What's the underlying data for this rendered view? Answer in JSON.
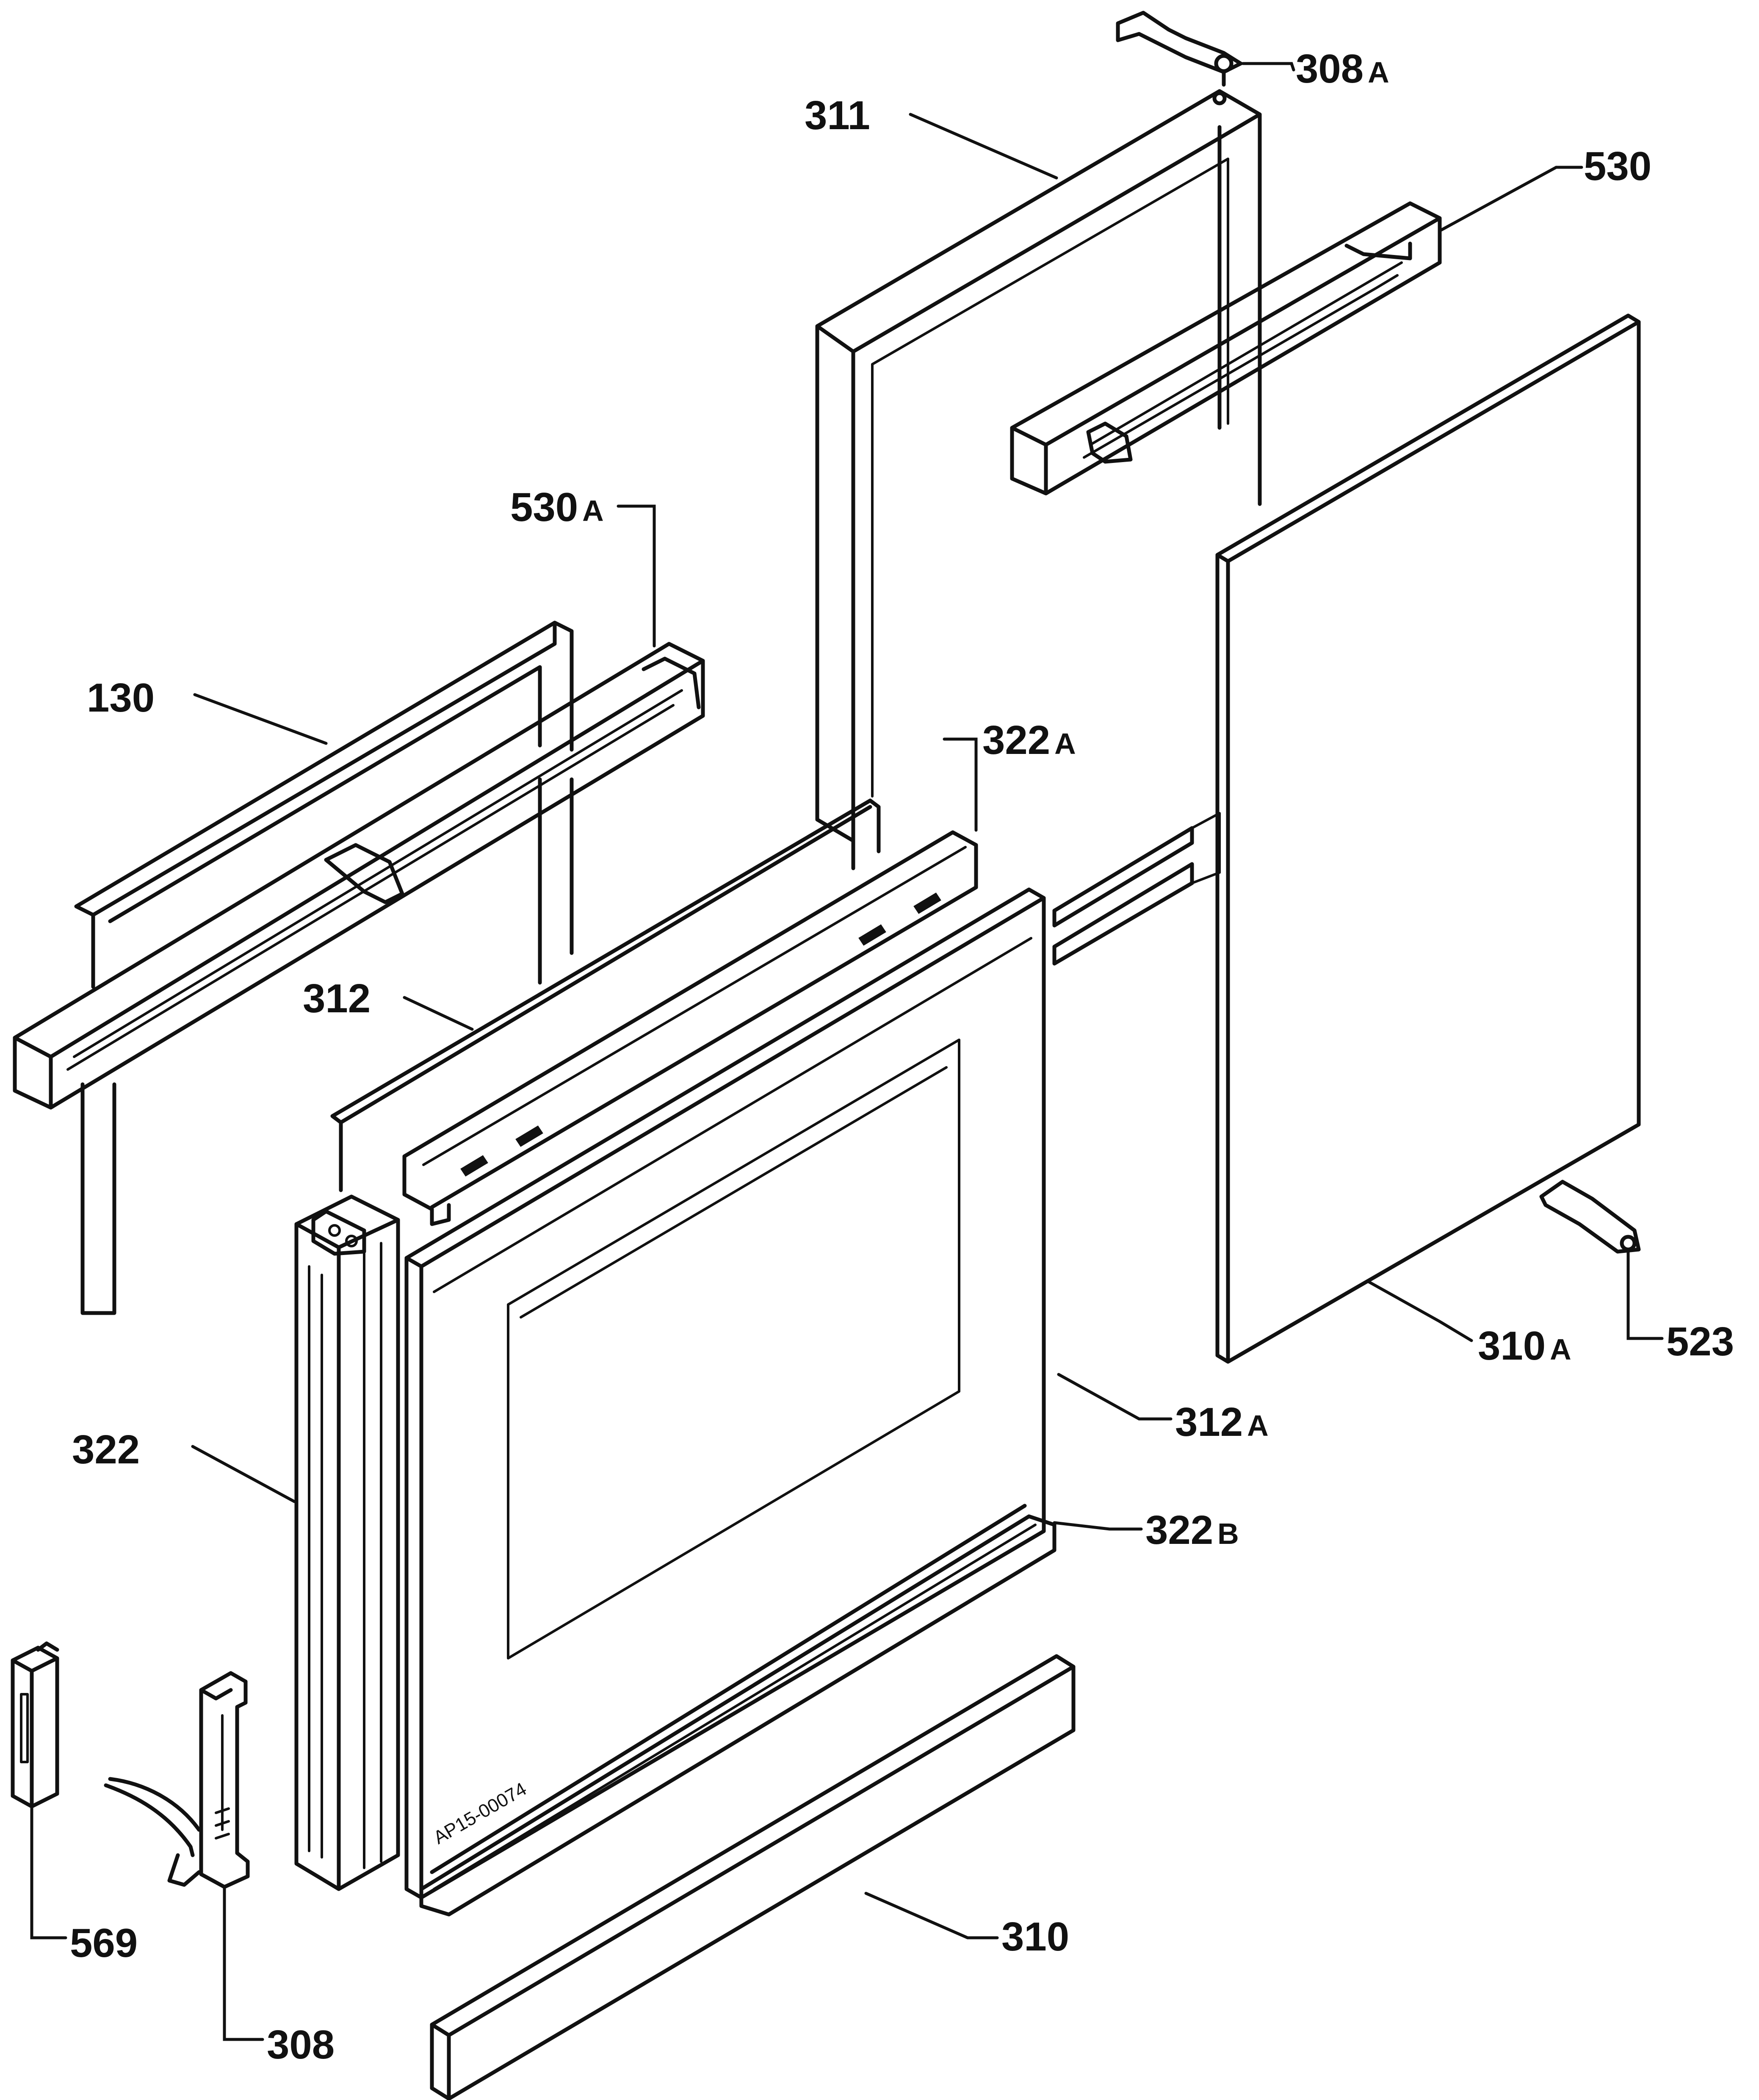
{
  "diagram": {
    "labels": [
      {
        "id": "308A",
        "number": "308",
        "suffix": "A"
      },
      {
        "id": "311",
        "number": "311",
        "suffix": ""
      },
      {
        "id": "530",
        "number": "530",
        "suffix": ""
      },
      {
        "id": "530A",
        "number": "530",
        "suffix": "A"
      },
      {
        "id": "130",
        "number": "130",
        "suffix": ""
      },
      {
        "id": "322A",
        "number": "322",
        "suffix": "A"
      },
      {
        "id": "312",
        "number": "312",
        "suffix": ""
      },
      {
        "id": "523",
        "number": "523",
        "suffix": ""
      },
      {
        "id": "310A",
        "number": "310",
        "suffix": "A"
      },
      {
        "id": "312A",
        "number": "312",
        "suffix": "A"
      },
      {
        "id": "322",
        "number": "322",
        "suffix": ""
      },
      {
        "id": "322B",
        "number": "322",
        "suffix": "B"
      },
      {
        "id": "569",
        "number": "569",
        "suffix": ""
      },
      {
        "id": "310",
        "number": "310",
        "suffix": ""
      },
      {
        "id": "308",
        "number": "308",
        "suffix": ""
      }
    ],
    "stamp_text": "AP15-00074"
  }
}
